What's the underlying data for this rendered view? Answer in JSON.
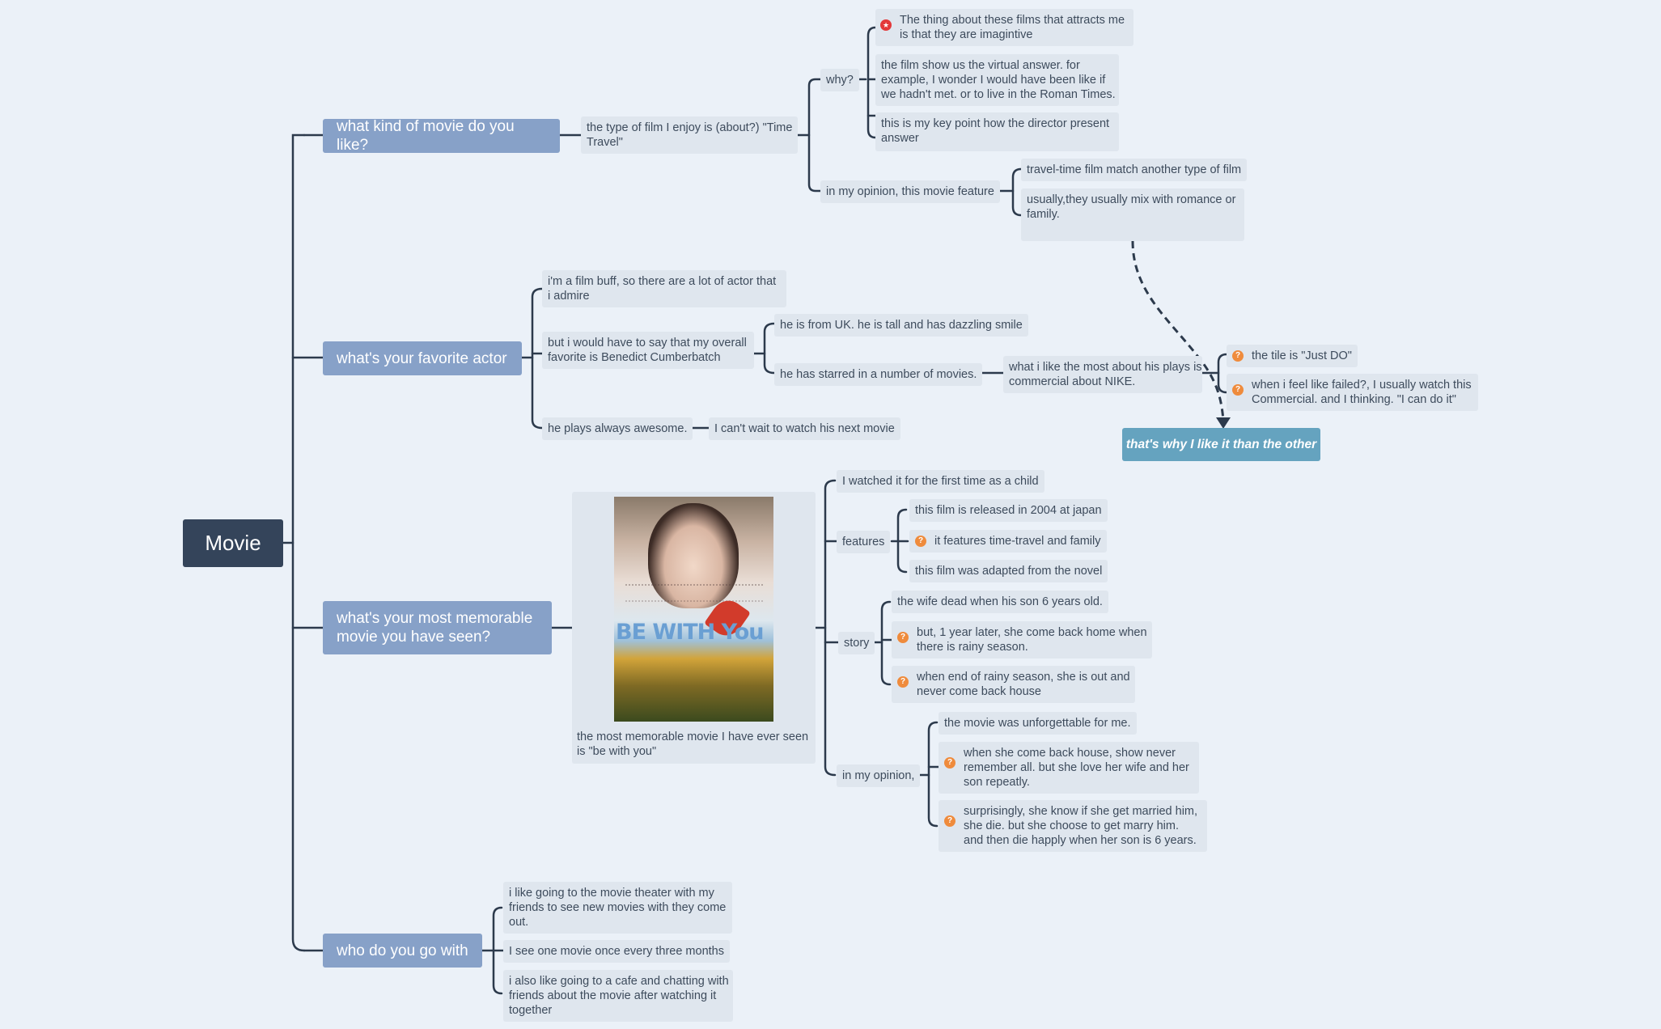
{
  "root": {
    "label": "Movie"
  },
  "colors": {
    "background": "#ebf1f8",
    "root": "#34445a",
    "main_topic": "#87a1c8",
    "subtopic": "#dfe6ee",
    "highlight": "#65a3bf",
    "question_icon": "#ef8b3c",
    "star_icon": "#e3383a",
    "line": "#2c3a4c"
  },
  "topics": {
    "kind": {
      "label": "what kind of movie do you like?",
      "type": "the type of film I enjoy is (about?) \"Time Travel\"",
      "why": "why?",
      "why_1": "The thing about these films that attracts me is that they are imagintive",
      "why_2": "the film show us the virtual answer. for example, I wonder I would have been like if we hadn't met. or to live in the Roman Times.",
      "why_3": "this is my key point how the director present answer",
      "opinion": "in my opinion, this movie feature",
      "opinion_1": "travel-time film match another type of film",
      "opinion_2": "usually,they usually mix with romance or family."
    },
    "actor": {
      "label": "what's your favorite actor",
      "buff": "i'm a film buff, so there are a lot of actor that i admire",
      "favorite": "but i would have to say that my overall favorite is Benedict Cumberbatch",
      "uk": "he is from UK. he is tall and has dazzling smile",
      "starred": "he has starred in a number of movies.",
      "nike": "what i like the most about his plays is commercial about NIKE.",
      "just_do": "the tile is \"Just DO\"",
      "failed": "when i feel like failed?, I usually watch this Commercial. and I thinking. \"I can do it\"",
      "awesome": "he plays always awesome.",
      "next": "I can't wait to watch his next movie"
    },
    "memorable": {
      "label": "what's your most memorable movie you have seen?",
      "poster_title": "BE WITH You",
      "caption": "the most memorable movie I have ever seen is \"be with you\"",
      "child": "I watched it for the first time as a child",
      "features": "features",
      "feature_1": "this film is released in 2004 at japan",
      "feature_2": "it features time-travel and family",
      "feature_3": "this film was adapted from the novel",
      "story": "story",
      "story_1": "the wife dead when his son 6 years old.",
      "story_2": "but, 1 year later, she come back home when there is rainy season.",
      "story_3": "when end of rainy season, she is out and never come back house",
      "opinion": "in my opinion,",
      "opinion_1": "the movie was unforgettable for me.",
      "opinion_2": "when she come back house, show never remember all. but she love her wife and her son repeatly.",
      "opinion_3": "surprisingly, she know if she get married him, she die. but she choose to get marry him. and then die happly when her son is 6 years."
    },
    "who": {
      "label": "who do you go with",
      "friends": "i like going to the movie theater with my friends to see new movies with they come out.",
      "frequency": "I see one movie once every three months",
      "cafe": "i also like going to a cafe and chatting with friends about the movie after watching it together"
    }
  },
  "floating": {
    "label": "that's why I like it than the other"
  }
}
